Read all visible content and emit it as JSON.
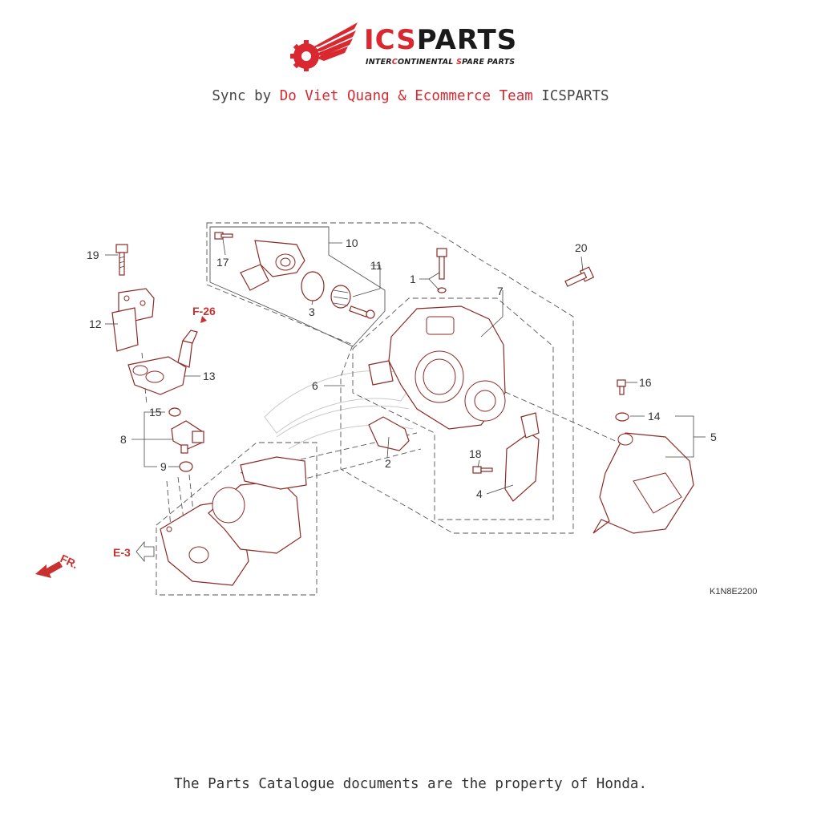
{
  "header": {
    "logo_main_a": "ICS",
    "logo_main_b": "PARTS",
    "logo_sub_a": "INTER",
    "logo_sub_b": "C",
    "logo_sub_c": "ONTINENTAL ",
    "logo_sub_d": "S",
    "logo_sub_e": "PARE PARTS",
    "sync_prefix": "Sync by ",
    "sync_names": "Do Viet Quang & Ecommerce Team",
    "sync_suffix": " ICSPARTS"
  },
  "diagram": {
    "callouts": {
      "n1": "1",
      "n2": "2",
      "n3": "3",
      "n4": "4",
      "n5": "5",
      "n6": "6",
      "n7": "7",
      "n8": "8",
      "n9": "9",
      "n10": "10",
      "n11": "11",
      "n12": "12",
      "n13": "13",
      "n14": "14",
      "n15": "15",
      "n16": "16",
      "n17": "17",
      "n18": "18",
      "n19": "19",
      "n20": "20"
    },
    "references": {
      "f26": "F-26",
      "e3": "E-3",
      "front": "FR."
    },
    "drawing_code": "K1N8E2200"
  },
  "footer": {
    "text": "The Parts Catalogue documents are the property of Honda."
  }
}
